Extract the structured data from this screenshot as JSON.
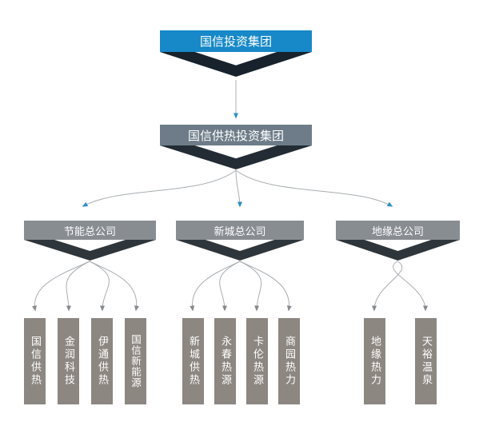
{
  "org_chart": {
    "root": {
      "label": "国信投资集团"
    },
    "level2": {
      "label": "国信供热投资集团"
    },
    "groups": [
      {
        "label": "节能总公司",
        "children": [
          "国信供热",
          "金润科技",
          "伊通供热",
          "国信新能源"
        ]
      },
      {
        "label": "新城总公司",
        "children": [
          "新城供热",
          "永春热源",
          "卡伦热源",
          "商园热力"
        ]
      },
      {
        "label": "地缘总公司",
        "children": [
          "地缘热力",
          "天裕温泉"
        ]
      }
    ]
  },
  "colors": {
    "root_banner": "#1788c8",
    "root_chevron": "#17222c",
    "level2_banner": "#6d7c88",
    "level2_chevron": "#232c34",
    "group_banner": "#888d91",
    "group_chevron": "#2f363b",
    "child_box": "#8c8781",
    "connector_line": "#a9aeb2",
    "arrowhead_blue": "#2e8fc7",
    "arrowhead_gray": "#85898d"
  }
}
